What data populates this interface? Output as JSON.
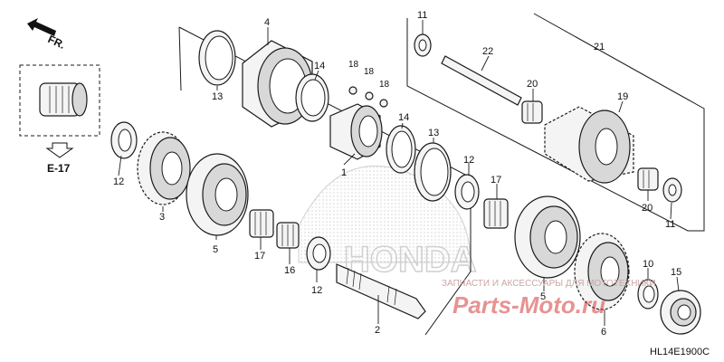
{
  "diagram": {
    "code": "HL14E1900C",
    "direction_label": "FR.",
    "reference_label": "E-17",
    "watermark_caption": "ЗАПЧАСТИ И АКСЕССУАРЫ ДЛЯ МОТОТЕХНИКИ",
    "watermark_logo": "Parts-Moto.ru",
    "maker_mark": "HONDA",
    "callouts": [
      {
        "id": "c-13a",
        "label": "13"
      },
      {
        "id": "c-4",
        "label": "4"
      },
      {
        "id": "c-14a",
        "label": "14"
      },
      {
        "id": "c-18a",
        "label": "18"
      },
      {
        "id": "c-18b",
        "label": "18"
      },
      {
        "id": "c-18c",
        "label": "18"
      },
      {
        "id": "c-1",
        "label": "1"
      },
      {
        "id": "c-14b",
        "label": "14"
      },
      {
        "id": "c-13b",
        "label": "13"
      },
      {
        "id": "c-12a",
        "label": "12"
      },
      {
        "id": "c-3",
        "label": "3"
      },
      {
        "id": "c-5a",
        "label": "5"
      },
      {
        "id": "c-17a",
        "label": "17"
      },
      {
        "id": "c-16",
        "label": "16"
      },
      {
        "id": "c-12b",
        "label": "12"
      },
      {
        "id": "c-2",
        "label": "2"
      },
      {
        "id": "c-12c",
        "label": "12"
      },
      {
        "id": "c-17b",
        "label": "17"
      },
      {
        "id": "c-5b",
        "label": "5"
      },
      {
        "id": "c-6",
        "label": "6"
      },
      {
        "id": "c-10",
        "label": "10"
      },
      {
        "id": "c-15",
        "label": "15"
      },
      {
        "id": "c-11a",
        "label": "11"
      },
      {
        "id": "c-22",
        "label": "22"
      },
      {
        "id": "c-21",
        "label": "21"
      },
      {
        "id": "c-20a",
        "label": "20"
      },
      {
        "id": "c-19",
        "label": "19"
      },
      {
        "id": "c-20b",
        "label": "20"
      },
      {
        "id": "c-11b",
        "label": "11"
      }
    ]
  }
}
